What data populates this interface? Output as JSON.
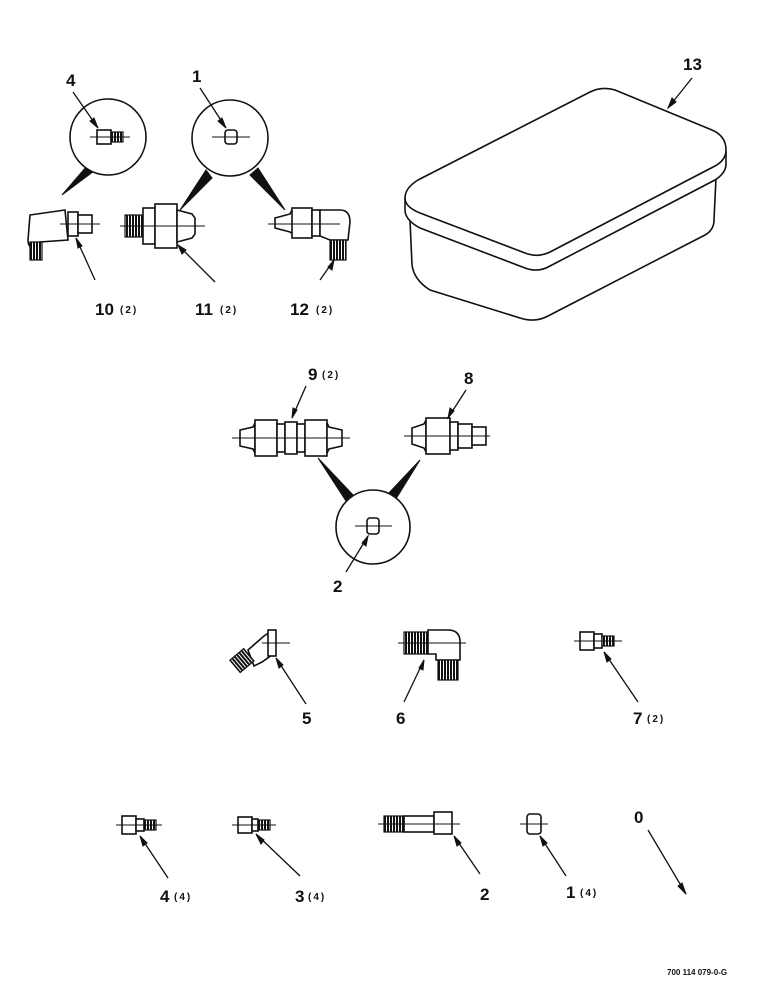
{
  "callouts": {
    "c1_top": "1",
    "c2_center": "2",
    "c4_top": "4",
    "c5": "5",
    "c6": "6",
    "c7": "7",
    "c7_qty": "(2)",
    "c8": "8",
    "c9": "9",
    "c9_qty": "(2)",
    "c10": "10",
    "c10_qty": "(2)",
    "c11": "11",
    "c11_qty": "(2)",
    "c12": "12",
    "c12_qty": "(2)",
    "c13": "13",
    "c4_bottom": "4",
    "c4_bottom_qty": "(4)",
    "c3": "3",
    "c3_qty": "(4)",
    "c2_bottom": "2",
    "c1_bottom": "1",
    "c1_bottom_qty": "(4)",
    "c0": "0"
  },
  "drawing_code": "700 114 079-0-G"
}
